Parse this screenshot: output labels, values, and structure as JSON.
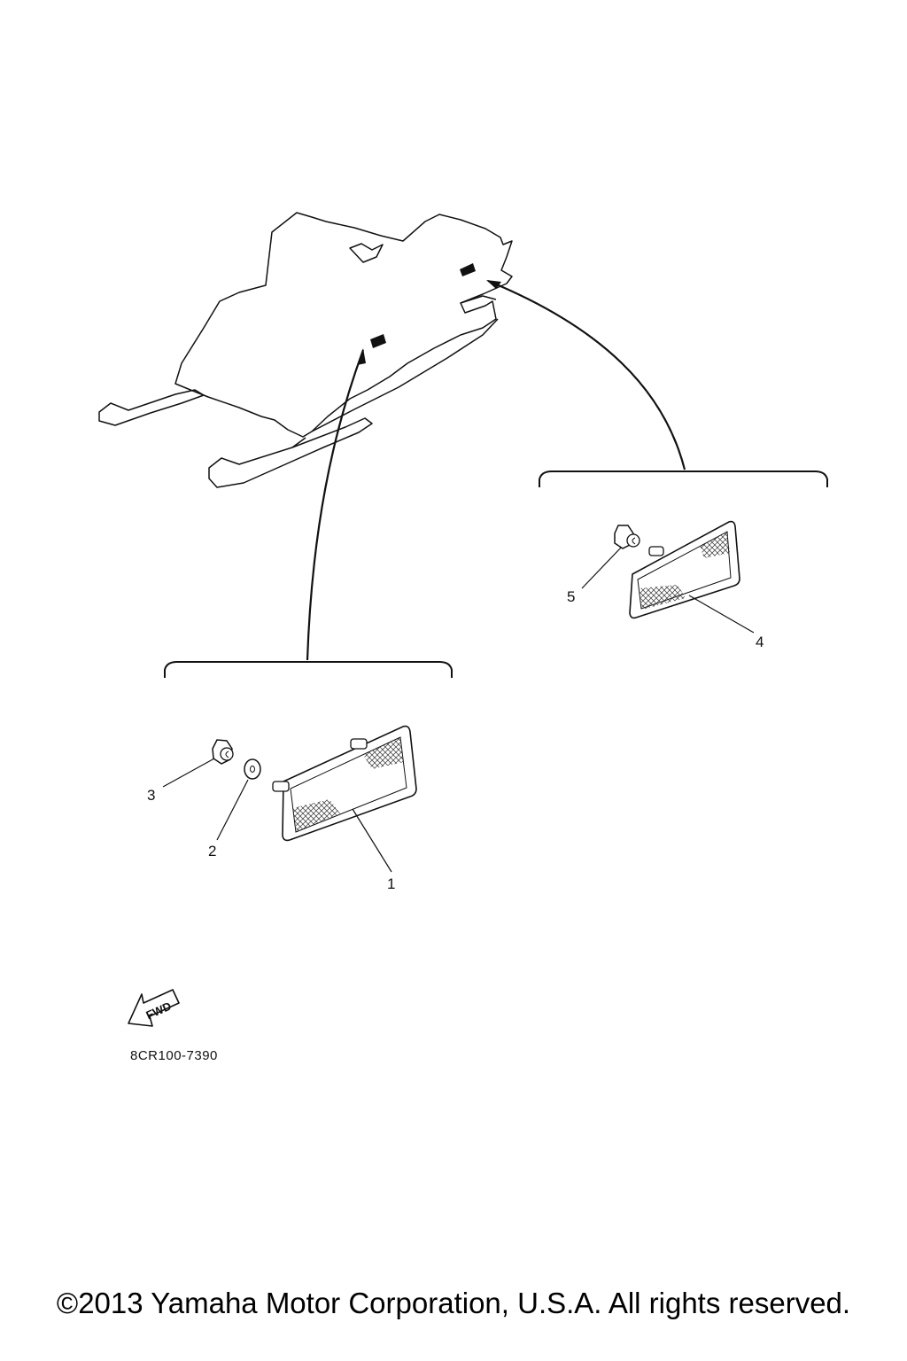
{
  "diagram": {
    "callouts": [
      {
        "number": "1",
        "part": "reflector-front"
      },
      {
        "number": "2",
        "part": "washer"
      },
      {
        "number": "3",
        "part": "nut-front"
      },
      {
        "number": "4",
        "part": "reflector-rear"
      },
      {
        "number": "5",
        "part": "nut-rear"
      }
    ],
    "fwd_label": "FWD",
    "drawing_code": "8CR100-7390"
  },
  "footer": {
    "copyright": "©2013 Yamaha Motor Corporation, U.S.A. All rights reserved."
  },
  "colors": {
    "line": "#111111",
    "background": "#ffffff"
  }
}
